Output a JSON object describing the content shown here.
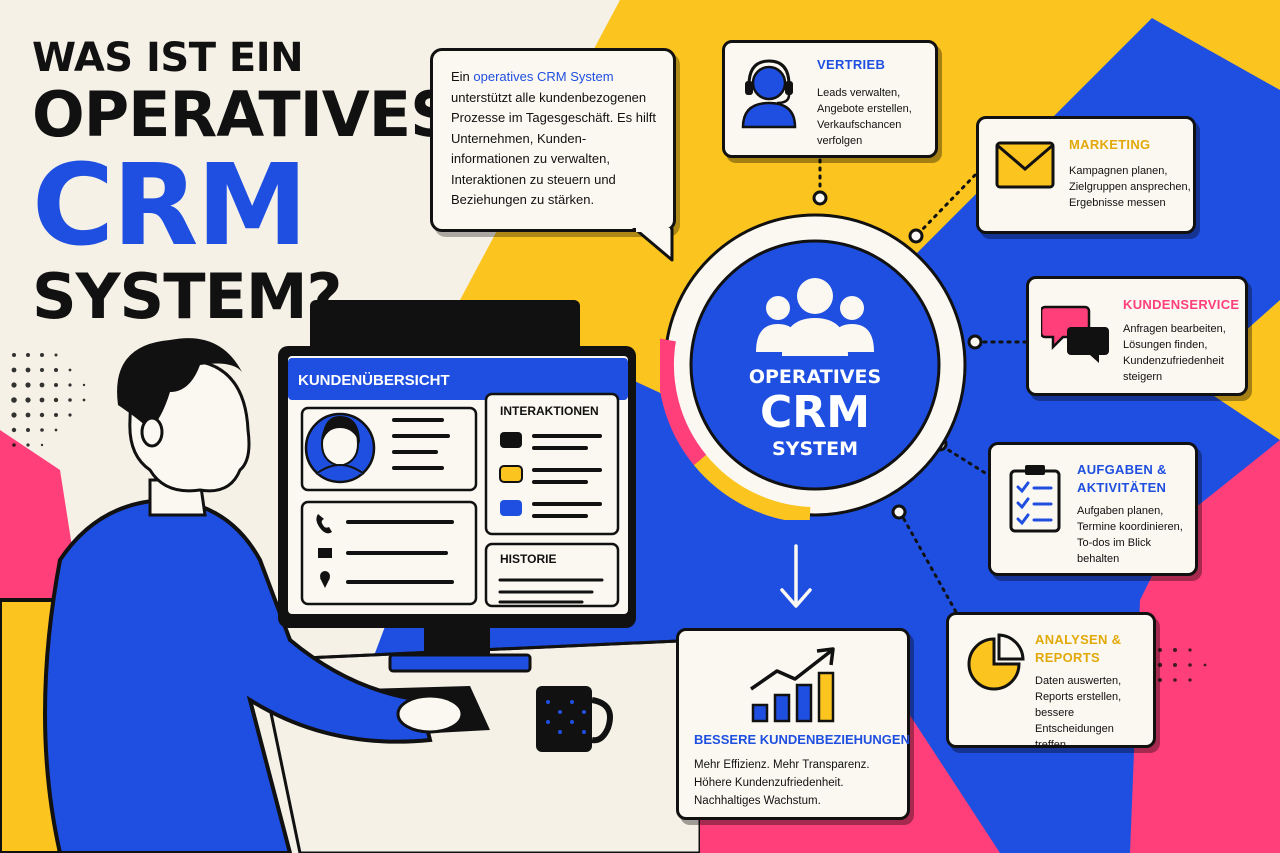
{
  "headline": {
    "line1": "WAS IST EIN",
    "line2": "OPERATIVES",
    "line3": "CRM",
    "line4": "SYSTEM?"
  },
  "intro": {
    "prefix": "Ein ",
    "highlight": "operatives CRM System",
    "body": " unterstützt alle kundenbezogenen Prozesse im Tagesgeschäft. Es hilft Unternehmen, Kunden-informationen zu verwalten, Interaktionen zu steuern und Beziehungen zu stärken."
  },
  "hub": {
    "line1": "OPERATIVES",
    "line2": "CRM",
    "line3": "SYSTEM"
  },
  "modules": {
    "vertrieb": {
      "title": "VERTRIEB",
      "desc": "Leads verwalten,\nAngebote erstellen,\nVerkaufschancen\nverfolgen",
      "icon": "headset-agent-icon"
    },
    "marketing": {
      "title": "MARKETING",
      "desc": "Kampagnen planen,\nZielgruppen ansprechen,\nErgebnisse messen",
      "icon": "envelope-icon"
    },
    "kundenservice": {
      "title": "KUNDENSERVICE",
      "desc": "Anfragen bearbeiten,\nLösungen finden,\nKundenzufriedenheit\nsteigern",
      "icon": "chat-bubbles-icon"
    },
    "aufgaben": {
      "title_line1": "AUFGABEN &",
      "title_line2": "AKTIVITÄTEN",
      "desc": "Aufgaben planen,\nTermine koordinieren,\nTo-dos im Blick\nbehalten",
      "icon": "clipboard-checklist-icon"
    },
    "analysen": {
      "title_line1": "ANALYSEN &",
      "title_line2": "REPORTS",
      "desc": "Daten auswerten,\nReports erstellen,\nbessere Entscheidungen\ntreffen",
      "icon": "pie-chart-icon"
    }
  },
  "benefit": {
    "title": "BESSERE KUNDENBEZIEHUNGEN",
    "desc": "Mehr Effizienz. Mehr Transparenz.\nHöhere Kundenzufriedenheit.\nNachhaltiges Wachstum.",
    "icon": "growth-chart-icon"
  },
  "monitor": {
    "title": "KUNDENÜBERSICHT",
    "interactions_label": "INTERAKTIONEN",
    "history_label": "HISTORIE"
  },
  "colors": {
    "blue": "#1f4fe0",
    "yellow": "#fbc41f",
    "pink": "#ff3f7a",
    "cream": "#f6f1e7",
    "ink": "#111111"
  }
}
